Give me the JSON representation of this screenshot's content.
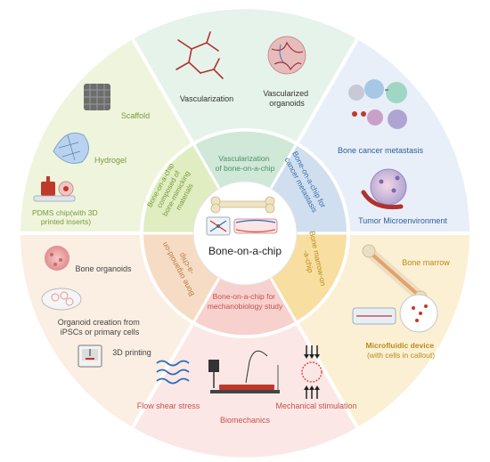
{
  "center": {
    "title": "Bone-on-a-chip"
  },
  "inner_ring": {
    "top": "Vascularization|of bone-on-a-chip",
    "upper_right": "Bone-on-a-chip for|cancer metastasis",
    "lower_right": "Bone marrow-on|-a-chip",
    "bottom": "Bone-on-a-chip for|mechanobiology study",
    "lower_left": "Bone organoid-on|-a-chip",
    "upper_left": "Bone-on-a-chip|composed of|bone-mimicking|materials"
  },
  "outer_ring": {
    "top": {
      "items": [
        "Vascularization",
        "Vascularized",
        "organoids"
      ]
    },
    "upper_right": {
      "items": [
        "Bone cancer metastasis",
        "Tumor Microenvironment"
      ]
    },
    "lower_right": {
      "items": [
        "Bone marrow",
        "Microfluidic device",
        "(with cells in callout)"
      ]
    },
    "bottom": {
      "items": [
        "Flow shear stress",
        "Mechanical stimulation",
        "Biomechanics"
      ]
    },
    "lower_left": {
      "items": [
        "Bone organoids",
        "Organoid creation from",
        "iPSCs or primary cells",
        "3D printing"
      ]
    },
    "upper_left": {
      "items": [
        "Scaffold",
        "Hydrogel",
        "PDMS chip(with 3D",
        "printed inserts)"
      ]
    }
  },
  "colors": {
    "top": "#e6f3ea",
    "upper_right": "#e8eff8",
    "lower_right": "#fbf0d3",
    "bottom": "#fbe8e6",
    "lower_left": "#fbeee2",
    "upper_left": "#eef5dc",
    "inner_top": "#cfe8d8",
    "inner_upper_right": "#cfdff0",
    "inner_lower_right": "#f8dfa1",
    "inner_bottom": "#f7d1cd",
    "inner_lower_left": "#f6dcc4",
    "inner_upper_left": "#dfedc0"
  }
}
